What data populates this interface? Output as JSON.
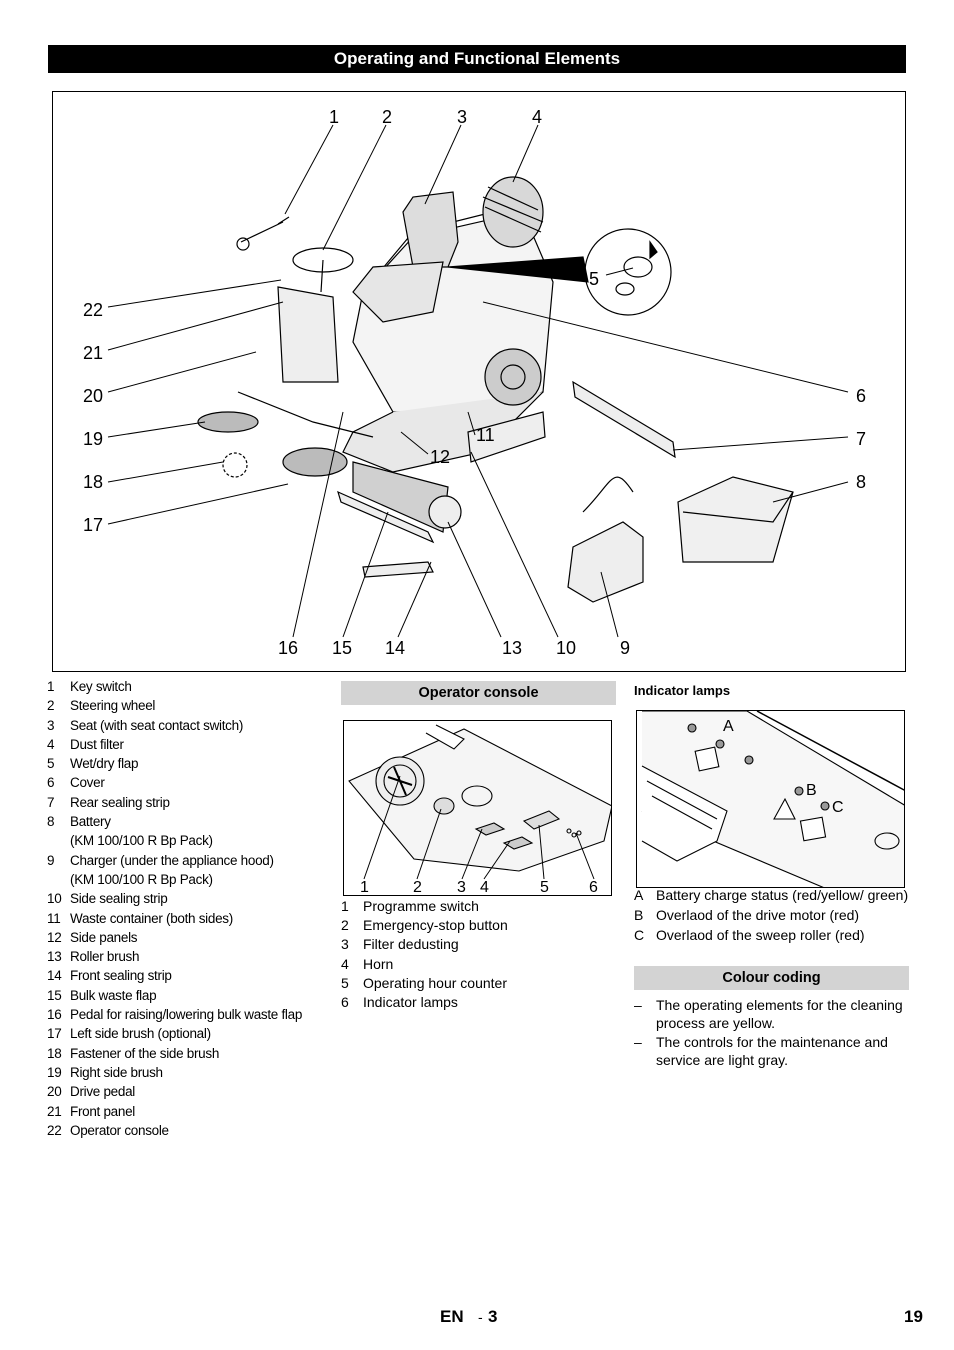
{
  "header": {
    "title": "Operating and Functional Elements"
  },
  "main_figure": {
    "callouts": [
      "1",
      "2",
      "3",
      "4",
      "5",
      "6",
      "7",
      "8",
      "9",
      "10",
      "11",
      "12",
      "13",
      "14",
      "15",
      "16",
      "17",
      "18",
      "19",
      "20",
      "21",
      "22"
    ]
  },
  "parts": [
    {
      "num": "1",
      "label": "Key switch"
    },
    {
      "num": "2",
      "label": "Steering wheel"
    },
    {
      "num": "3",
      "label": "Seat (with seat contact switch)"
    },
    {
      "num": "4",
      "label": "Dust filter"
    },
    {
      "num": "5",
      "label": "Wet/dry flap"
    },
    {
      "num": "6",
      "label": "Cover"
    },
    {
      "num": "7",
      "label": "Rear sealing strip"
    },
    {
      "num": "8",
      "label": "Battery",
      "sub": "(KM 100/100 R Bp Pack)"
    },
    {
      "num": "9",
      "label": "Charger (under the appliance hood)",
      "sub": "(KM 100/100 R Bp Pack)"
    },
    {
      "num": "10",
      "label": "Side sealing strip"
    },
    {
      "num": "11",
      "label": "Waste container (both sides)"
    },
    {
      "num": "12",
      "label": "Side panels"
    },
    {
      "num": "13",
      "label": "Roller brush"
    },
    {
      "num": "14",
      "label": "Front sealing strip"
    },
    {
      "num": "15",
      "label": "Bulk waste flap"
    },
    {
      "num": "16",
      "label": "Pedal for raising/lowering bulk waste flap"
    },
    {
      "num": "17",
      "label": "Left side brush (optional)"
    },
    {
      "num": "18",
      "label": "Fastener of the side brush"
    },
    {
      "num": "19",
      "label": "Right side brush"
    },
    {
      "num": "20",
      "label": "Drive pedal"
    },
    {
      "num": "21",
      "label": "Front panel"
    },
    {
      "num": "22",
      "label": "Operator console"
    }
  ],
  "operator_console": {
    "heading": "Operator console",
    "callouts": [
      "1",
      "2",
      "3",
      "4",
      "5",
      "6"
    ],
    "items": [
      {
        "num": "1",
        "label": "Programme switch"
      },
      {
        "num": "2",
        "label": "Emergency-stop button"
      },
      {
        "num": "3",
        "label": "Filter dedusting"
      },
      {
        "num": "4",
        "label": "Horn"
      },
      {
        "num": "5",
        "label": "Operating hour counter"
      },
      {
        "num": "6",
        "label": "Indicator lamps"
      }
    ]
  },
  "indicator_lamps": {
    "heading": "Indicator lamps",
    "callouts": [
      "A",
      "B",
      "C"
    ],
    "items": [
      {
        "num": "A",
        "label": "Battery charge status (red/yellow/ green)"
      },
      {
        "num": "B",
        "label": "Overlaod of the drive motor (red)"
      },
      {
        "num": "C",
        "label": "Overlaod of the sweep roller (red)"
      }
    ]
  },
  "colour_coding": {
    "heading": "Colour coding",
    "items": [
      {
        "bullet": "–",
        "text": "The operating elements for the cleaning process are yellow."
      },
      {
        "bullet": "–",
        "text": "The controls for the maintenance and service are light gray."
      }
    ]
  },
  "footer": {
    "lang": "EN",
    "sep": "-",
    "sub": "3",
    "page": "19"
  }
}
